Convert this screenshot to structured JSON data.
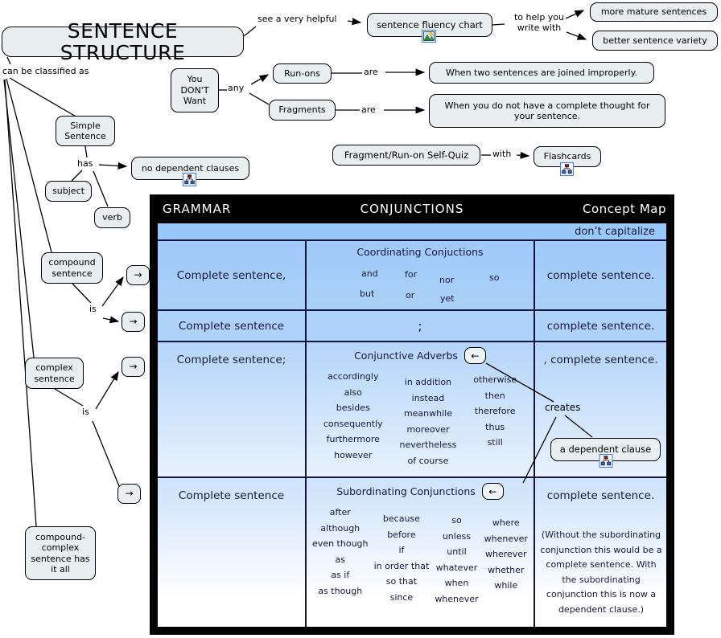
{
  "title": "SENTENCE STRUCTURE",
  "glyphs": {
    "right_arrow": "→",
    "left_arrow": "←"
  },
  "colors": {
    "table_blue": "#99c8fa",
    "node_fill": "#e9eef1",
    "divider_navy": "#14143e"
  },
  "map": {
    "labels": {
      "see_helpful": "see a very helpful",
      "to_help": "to help you write with",
      "classified": "can be classified as",
      "any": "any",
      "are": "are",
      "has": "has",
      "with": "with",
      "is": "is",
      "creates": "creates"
    },
    "nodes": {
      "fluency_chart": "sentence fluency chart",
      "more_mature": "more mature sentences",
      "better_variety": "better sentence variety",
      "dont_want": "You DON'T Want",
      "run_ons": "Run-ons",
      "run_ons_def": "When two sentences are joined improperly.",
      "fragments": "Fragments",
      "fragments_def": "When you do not have a complete thought for your sentence.",
      "simple": "Simple Sentence",
      "no_dep": "no dependent clauses",
      "subject": "subject",
      "verb": "verb",
      "self_quiz": "Fragment/Run-on Self-Quiz",
      "flashcards": "Flashcards",
      "compound": "compound sentence",
      "complex": "complex sentence",
      "compound_complex": "compound-complex sentence has it all",
      "dependent_clause": "a dependent clause"
    }
  },
  "table": {
    "header": {
      "left": "GRAMMAR",
      "center": "CONJUNCTIONS",
      "right": "Concept Map"
    },
    "note": "don’t capitalize",
    "rows": [
      {
        "left": "Complete sentence,",
        "title": "Coordinating Conjuctions",
        "words": [
          "and",
          "for",
          "nor",
          "so",
          "but",
          "or",
          "yet"
        ],
        "right": "complete sentence."
      },
      {
        "left": "Complete sentence",
        "center": ";",
        "right": "complete sentence."
      },
      {
        "left": "Complete sentence;",
        "title": "Conjunctive Adverbs",
        "col1": [
          "accordingly",
          "also",
          "besides",
          "consequently",
          "furthermore",
          "however"
        ],
        "col2": [
          "in addition",
          "instead",
          "meanwhile",
          "moreover",
          "nevertheless",
          "of course"
        ],
        "col3": [
          "otherwise",
          "then",
          "therefore",
          "thus",
          "still"
        ],
        "right": ", complete sentence."
      },
      {
        "left": "Complete sentence",
        "title": "Subordinating Conjunctions",
        "col1": [
          "after",
          "although",
          "even though",
          "as",
          "as if",
          "as though"
        ],
        "col2": [
          "because",
          "before",
          "if",
          "in order that",
          "so that",
          "since"
        ],
        "col3": [
          "so",
          "unless",
          "until",
          "whatever",
          "when",
          "whenever"
        ],
        "col4": [
          "where",
          "whenever",
          "wherever",
          "whether",
          "while"
        ],
        "right": "complete sentence.",
        "note": "(Without the subordinating conjunction this would be a complete sentence. With the subordinating conjunction this is now a dependent clause.)"
      }
    ]
  }
}
